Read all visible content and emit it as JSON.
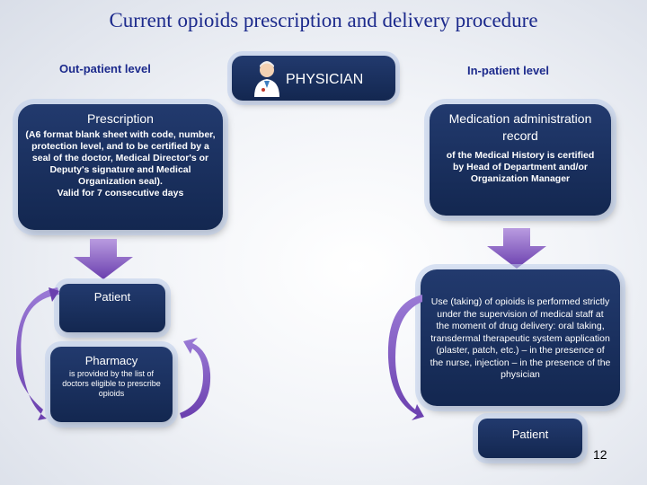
{
  "title": "Current opioids prescription and delivery procedure",
  "levels": {
    "outpatient": "Out-patient level",
    "inpatient": "In-patient level"
  },
  "physician": {
    "label": "PHYSICIAN",
    "icon": "doctor-icon"
  },
  "left": {
    "prescription": {
      "heading": "Prescription",
      "body": "(A6 format blank sheet with code, number, protection level, and to be certified by a seal of the doctor, Medical Director's or Deputy's signature and Medical Organization seal).",
      "validity": "Valid for 7 consecutive days"
    },
    "patient": {
      "heading": "Patient"
    },
    "pharmacy": {
      "heading": "Pharmacy",
      "body": "is provided by the list of doctors eligible to prescribe opioids"
    }
  },
  "right": {
    "medication": {
      "heading": "Medication administration record",
      "body": "of the Medical History is certified by Head of Department and/or Organization Manager"
    },
    "use": {
      "body": "Use (taking) of opioids is performed strictly under the supervision of medical staff at the moment of drug delivery: oral taking, transdermal therapeutic system application (plaster, patch, etc.) – in the presence of the nurse, injection – in the presence of the physician"
    },
    "patient": {
      "heading": "Patient"
    }
  },
  "page_number": "12",
  "colors": {
    "box": "#1a2f5e",
    "title": "#1c2a8c",
    "arrow": "#8a5cc8"
  }
}
